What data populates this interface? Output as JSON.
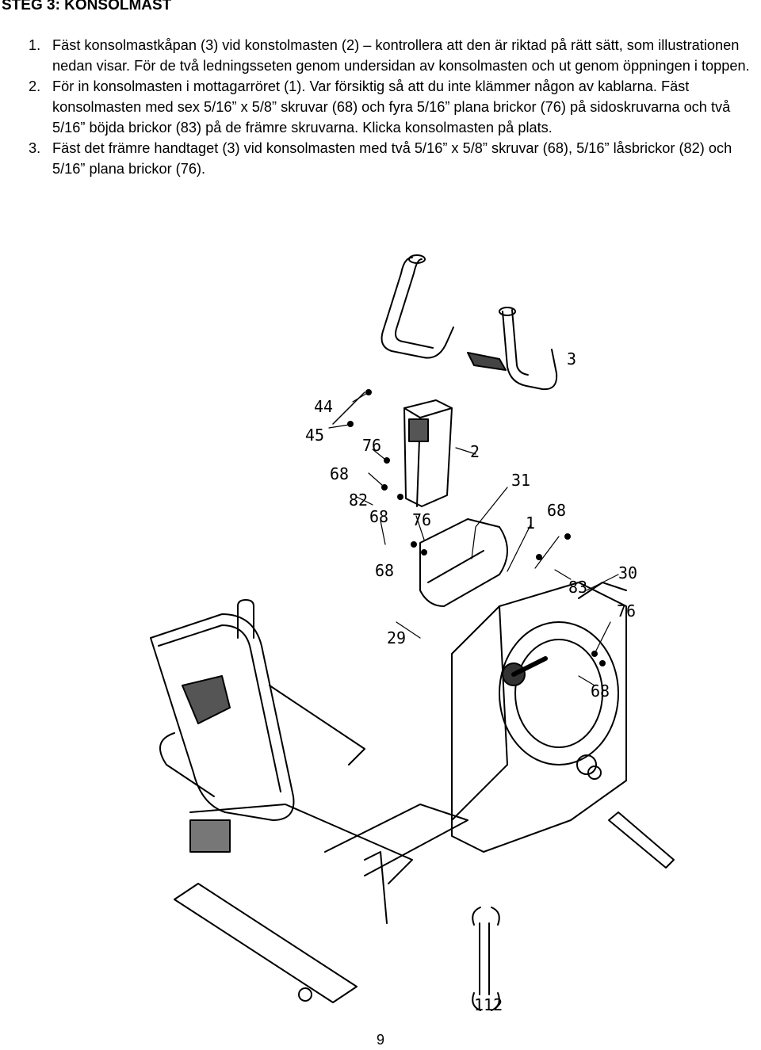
{
  "heading": "STEG 3: KONSOLMAST",
  "steps": [
    {
      "number": "1.",
      "text": "Fäst konsolmastkåpan (3) vid konstolmasten (2) – kontrollera att den är riktad på rätt sätt, som illustrationen nedan visar. För de två ledningsseten genom undersidan av konsolmasten och ut genom öppningen i toppen."
    },
    {
      "number": "2.",
      "text": "För in konsolmasten i mottagarröret (1).",
      "warning": "Var försiktig så att du inte klämmer någon av kablarna.",
      "text2": "Fäst konsolmasten med sex 5/16” x 5/8” skruvar (68) och fyra 5/16” plana brickor (76) på sidoskruvarna och två 5/16” böjda brickor (83) på de främre skruvarna. Klicka konsolmasten på plats."
    },
    {
      "number": "3.",
      "text": "Fäst det främre handtaget (3) vid konsolmasten med två 5/16” x 5/8” skruvar (68), 5/16” låsbrickor (82) och 5/16” plana brickor (76)."
    }
  ],
  "callouts": {
    "c3": "3",
    "c44": "44",
    "c45": "45",
    "c76a": "76",
    "c2": "2",
    "c68a": "68",
    "c31": "31",
    "c82": "82",
    "c68b": "68",
    "c76b": "76",
    "c1": "1",
    "c68c": "68",
    "c68d": "68",
    "c83": "83",
    "c30": "30",
    "c76c": "76",
    "c29": "29",
    "c68e": "68",
    "c112": "112"
  },
  "page_number": "9"
}
